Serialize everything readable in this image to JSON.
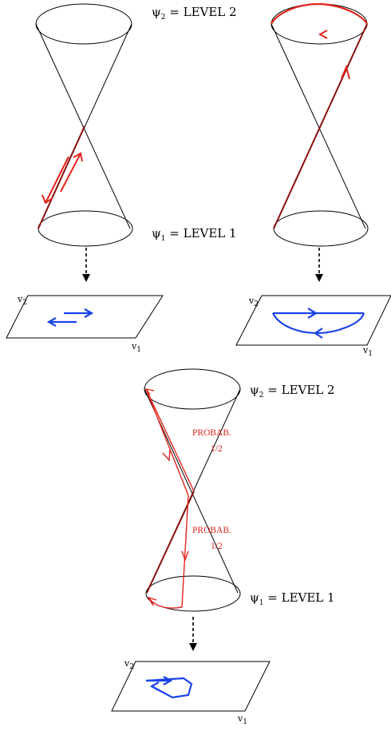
{
  "colors": {
    "outline": "#000000",
    "path_red": "#e3241c",
    "path_dark_red": "#8b0e0e",
    "projection_blue": "#1a44e8",
    "background": "#ffffff"
  },
  "panels": [
    {
      "id": "top-left",
      "upper_label": {
        "symbol": "ψ",
        "sub": "2",
        "text": " = LEVEL 2"
      },
      "lower_label": {
        "symbol": "ψ",
        "sub": "1",
        "text": " = LEVEL 1"
      },
      "plane": {
        "v1": "v",
        "v1_sub": "1",
        "v2": "v",
        "v2_sub": "2"
      }
    },
    {
      "id": "top-right",
      "plane": {
        "v1": "v",
        "v1_sub": "1",
        "v2": "v",
        "v2_sub": "2"
      }
    },
    {
      "id": "bottom",
      "upper_label": {
        "symbol": "ψ",
        "sub": "2",
        "text": " = LEVEL 2"
      },
      "lower_label": {
        "symbol": "ψ",
        "sub": "1",
        "text": " = LEVEL 1"
      },
      "probability_labels": [
        {
          "line1": "PROBAB.",
          "line2": "1/2"
        },
        {
          "line1": "PROBAB.",
          "line2": "1/2"
        }
      ],
      "plane": {
        "v1": "v",
        "v1_sub": "1",
        "v2": "v",
        "v2_sub": "2"
      }
    }
  ]
}
